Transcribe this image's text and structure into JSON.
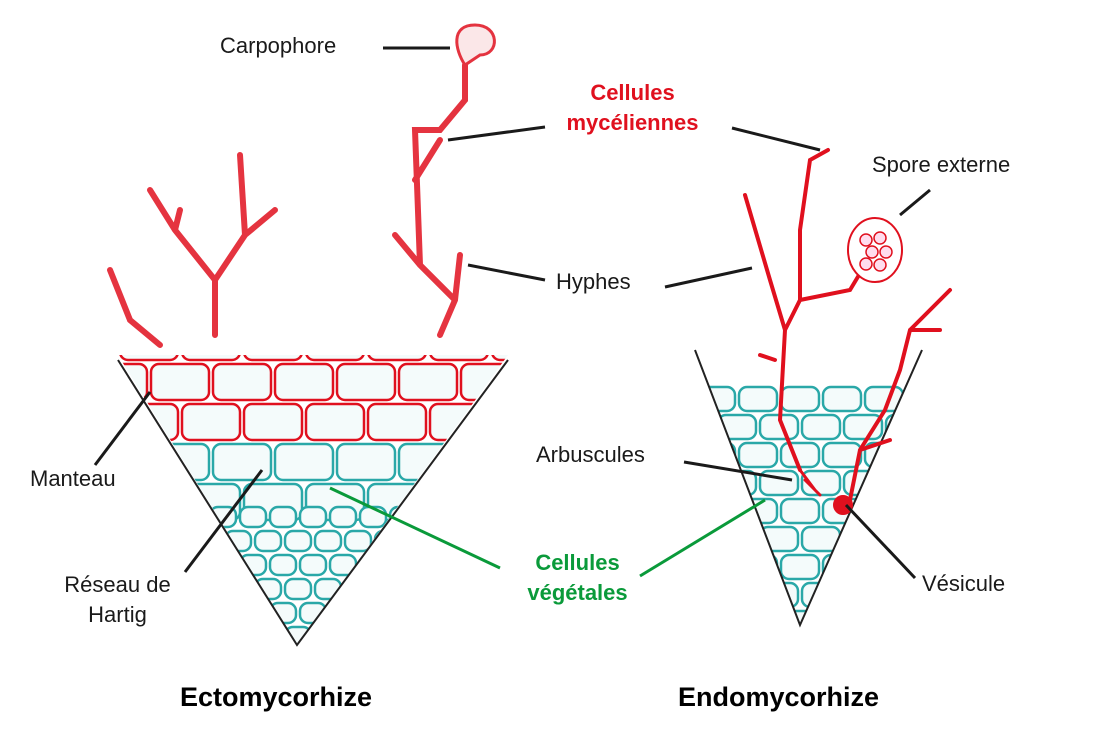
{
  "labels": {
    "carpophore": "Carpophore",
    "cellules_myceliennes": [
      "Cellules",
      "mycéliennes"
    ],
    "spore_externe": "Spore externe",
    "hyphes": "Hyphes",
    "manteau": "Manteau",
    "reseau_hartig": [
      "Réseau de",
      "Hartig"
    ],
    "cellules_vegetales": [
      "Cellules",
      "végétales"
    ],
    "arbuscules": "Arbuscules",
    "vesicule": "Vésicule"
  },
  "titles": {
    "ecto": "Ectomycorhize",
    "endo": "Endomycorhize"
  },
  "colors": {
    "fungus": "#e0101e",
    "plant": "#2aa8a8",
    "plant_label": "#0a9a3a",
    "text": "#1a1a1a"
  }
}
